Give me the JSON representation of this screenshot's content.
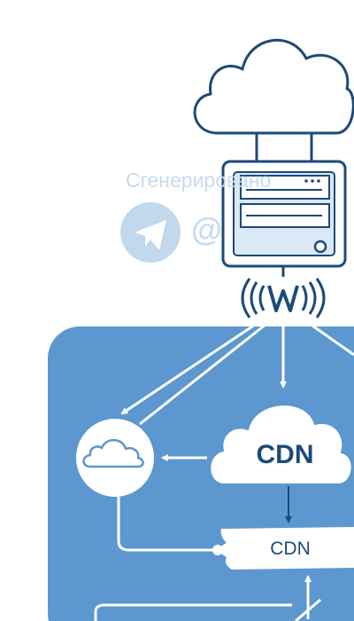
{
  "watermark": {
    "caption": "Сгенерировано",
    "handle": "@"
  },
  "nodes": {
    "cdn_cloud_label": "CDN",
    "cdn_banner_label": "CDN"
  },
  "icons": {
    "origin_cloud": "cloud-icon",
    "server": "server-icon",
    "waves": "signal-waves-icon",
    "small_cloud": "cloud-icon",
    "telegram": "telegram-icon"
  },
  "colors": {
    "panel": "#5d97cf",
    "outline": "#1d4a78",
    "server_fill": "#dbe9f6",
    "line": "#ffffff"
  }
}
